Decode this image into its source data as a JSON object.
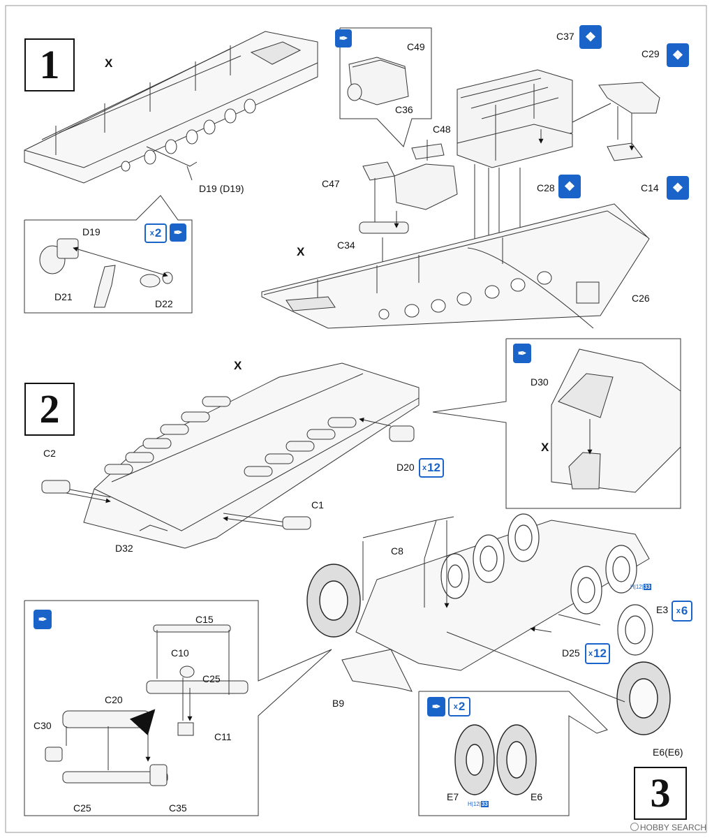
{
  "steps": {
    "one": "1",
    "two": "2",
    "three": "3"
  },
  "labels": {
    "x1": "X",
    "d19_d19": "D19 (D19)",
    "d19": "D19",
    "d21": "D21",
    "d22": "D22",
    "c49": "C49",
    "c36": "C36",
    "c48": "C48",
    "c47": "C47",
    "c34": "C34",
    "c37": "C37",
    "c29": "C29",
    "c28": "C28",
    "c14": "C14",
    "c26": "C26",
    "x2": "X",
    "x3": "X",
    "c2": "C2",
    "d32": "D32",
    "c1": "C1",
    "d20": "D20",
    "d30": "D30",
    "x4": "X",
    "c8": "C8",
    "b9": "B9",
    "d25": "D25",
    "e3": "E3",
    "e6_e6": "E6(E6)",
    "c15": "C15",
    "c10": "C10",
    "c25a": "C25",
    "c11": "C11",
    "c20": "C20",
    "c30": "C30",
    "c25b": "C25",
    "c35": "C35",
    "e7": "E7",
    "e6": "E6"
  },
  "badges": {
    "x2_step1": "2",
    "x12_d20": "12",
    "x6_e3": "6",
    "x12_d25": "12",
    "x2_tires": "2",
    "times": "x"
  },
  "paint_marks": {
    "h": "H",
    "n12": "12",
    "n33": "33"
  },
  "credit": "HOBBY SEARCH",
  "colors": {
    "accent": "#1a63c9",
    "line": "#222222",
    "fill": "#f4f4f4"
  },
  "icons": [
    "paint-brush-icon",
    "assembly-option-icon",
    "multiplier-badge-icon",
    "arrow-icon"
  ]
}
